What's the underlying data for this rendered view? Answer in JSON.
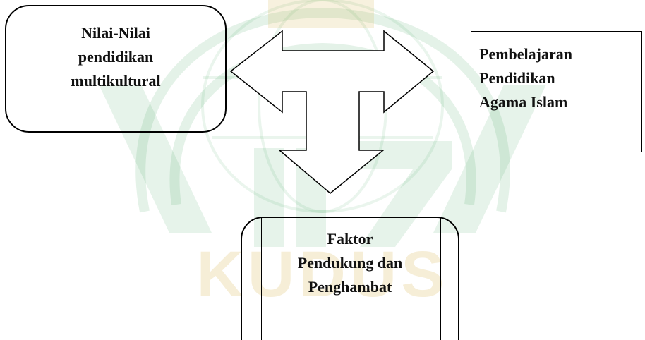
{
  "boxes": {
    "nilai": "Nilai-Nilai\npendidikan\nmultikultural",
    "pembelajaran": "Pembelajaran\nPendidikan\nAgama Islam",
    "faktor": "Faktor\nPendukung dan\nPenghambat"
  },
  "colors": {
    "watermark_green": "#2e9e4f",
    "watermark_gold": "#d4b24a",
    "stroke": "#000000"
  },
  "icons": {
    "watermark": "university-logo-watermark",
    "arrow": "three-way-block-arrow"
  },
  "watermark_text": "KUDUS"
}
